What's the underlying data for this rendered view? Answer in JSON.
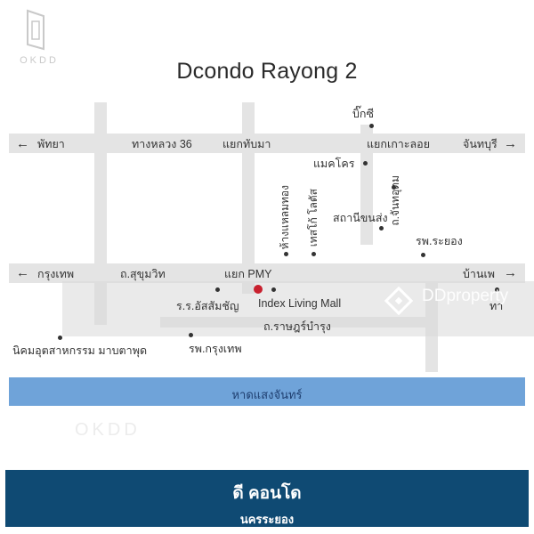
{
  "title": "Dcondo Rayong 2",
  "logo_text": "OKDD",
  "watermark_text": "OKDD",
  "dd_watermark": "DDproperty",
  "colors": {
    "road": "#e4e4e4",
    "text": "#333333",
    "marker": "#c8202e",
    "sea": "#6fa3d9",
    "footer_bg": "#0f4a73"
  },
  "roads": {
    "top_left": "พัทยา",
    "top_right": "จันทบุรี",
    "middle_left": "กรุงเทพ",
    "middle_right": "บ้านเพ",
    "highway_36": "ทางหลวง 36",
    "junction_thapma": "แยกทับมา",
    "junction_kolo": "แยกเกาะลอย",
    "sukhumvit": "ถ.สุขุมวิท",
    "junction_pmy": "แยก PMY",
    "ratburumrung": "ถ.ราษฎร์บำรุง",
    "chanudom": "ถ.จันทอุดม",
    "arrow_left": "←",
    "arrow_right": "→"
  },
  "places": {
    "bigc": "บิ๊กซี",
    "makro": "แมคโคร",
    "bus_station": "สถานีขนส่ง",
    "rayong_hospital": "รพ.ระยอง",
    "hanghaem_thong": "ห้างแหลมทอง",
    "tesco_lotus": "เทสโก้ โลตัส",
    "school": "ร.ร.อัสสัมชัญ",
    "index_mall": "Index Living Mall",
    "bangkok_hospital": "รพ.กรุงเทพ",
    "industrial": "นิคมอุตสาหกรรม มาบตาพุด",
    "right_cut": "ทา"
  },
  "sea": {
    "label": "หาดแสงจันทร์"
  },
  "footer": {
    "line1": "ดี คอนโด",
    "line2": "นครระยอง"
  }
}
